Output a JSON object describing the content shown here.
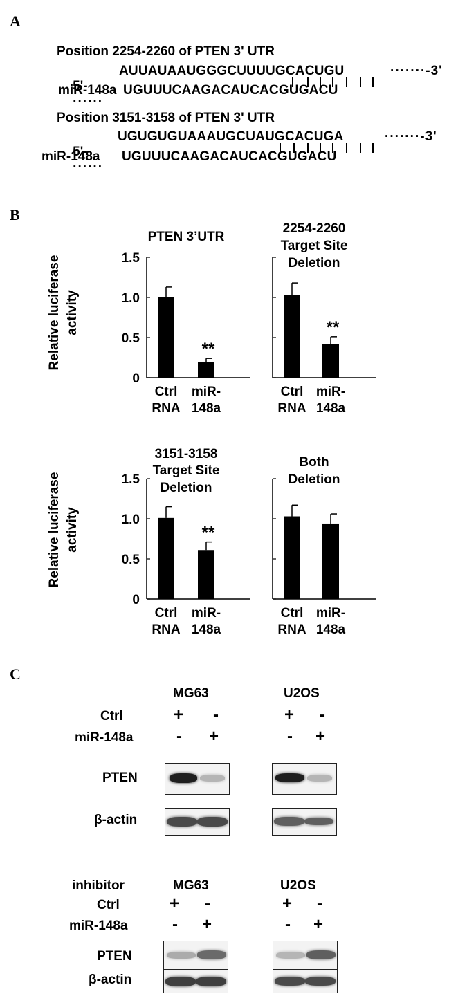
{
  "panel_a": {
    "letter": "A",
    "site1": {
      "title": "Position 2254-2260 of PTEN 3' UTR",
      "prefix": "5'-",
      "lead_dots": "······",
      "utr_seq": "AUUAUAAUGGGCUUUUGCACUGU",
      "tail": "·······-3'",
      "mir_label": "miR-148a",
      "mir_seq": "UGUUUCAAGACAUCACGUGACU"
    },
    "site2": {
      "title": "Position 3151-3158 of PTEN 3' UTR",
      "prefix": "5'-",
      "lead_dots": "······",
      "utr_seq": "UGUGUGUAAAUGCUAUGCACUGA",
      "tail": "·······-3'",
      "mir_label": "miR-148a",
      "mir_seq": "UGUUUCAAGACAUCACGUGACU"
    }
  },
  "panel_b": {
    "letter": "B",
    "ylabel_line1": "Relative luciferase",
    "ylabel_line2": "activity"
  },
  "chart_data": [
    {
      "type": "bar",
      "title": "PTEN 3’UTR",
      "categories": [
        "Ctrl RNA",
        "miR-148a"
      ],
      "values": [
        1.0,
        0.19
      ],
      "errors": [
        0.13,
        0.05
      ],
      "significance": [
        "",
        "**"
      ],
      "yticks": [
        "0",
        "0.5",
        "1.0",
        "1.5"
      ],
      "ylim": [
        0,
        1.5
      ],
      "ylabel": "Relative luciferase activity"
    },
    {
      "type": "bar",
      "title": "2254-2260 Target Site Deletion",
      "categories": [
        "Ctrl RNA",
        "miR-148a"
      ],
      "values": [
        1.03,
        0.42
      ],
      "errors": [
        0.15,
        0.09
      ],
      "significance": [
        "",
        "**"
      ],
      "ylim": [
        0,
        1.5
      ]
    },
    {
      "type": "bar",
      "title": "3151-3158 Target Site Deletion",
      "categories": [
        "Ctrl RNA",
        "miR-148a"
      ],
      "values": [
        1.01,
        0.61
      ],
      "errors": [
        0.14,
        0.1
      ],
      "significance": [
        "",
        "**"
      ],
      "yticks": [
        "0",
        "0.5",
        "1.0",
        "1.5"
      ],
      "ylim": [
        0,
        1.5
      ],
      "ylabel": "Relative luciferase activity"
    },
    {
      "type": "bar",
      "title": "Both Deletion",
      "categories": [
        "Ctrl RNA",
        "miR-148a"
      ],
      "values": [
        1.03,
        0.94
      ],
      "errors": [
        0.14,
        0.12
      ],
      "significance": [
        "",
        ""
      ],
      "ylim": [
        0,
        1.5
      ]
    }
  ],
  "panel_c": {
    "letter": "C",
    "top": {
      "cell1": "MG63",
      "cell2": "U2OS",
      "row_ctrl": "Ctrl",
      "row_mir": "miR-148a",
      "ctrl_signs": [
        "+",
        "-",
        "+",
        "-"
      ],
      "mir_signs": [
        "-",
        "+",
        "-",
        "+"
      ],
      "blot1_label": "PTEN",
      "blot2_label": "β-actin",
      "pten_intensity": [
        0.95,
        0.25,
        0.95,
        0.25
      ],
      "actin_intensity": [
        0.75,
        0.75,
        0.65,
        0.65
      ]
    },
    "bottom": {
      "header": "inhibitor",
      "cell1": "MG63",
      "cell2": "U2OS",
      "row_ctrl": "Ctrl",
      "row_mir": "miR-148a",
      "ctrl_signs": [
        "+",
        "-",
        "+",
        "-"
      ],
      "mir_signs": [
        "-",
        "+",
        "-",
        "+"
      ],
      "blot1_label": "PTEN",
      "blot2_label": "β-actin",
      "pten_intensity": [
        0.3,
        0.6,
        0.25,
        0.65
      ],
      "actin_intensity": [
        0.8,
        0.8,
        0.75,
        0.75
      ]
    }
  }
}
